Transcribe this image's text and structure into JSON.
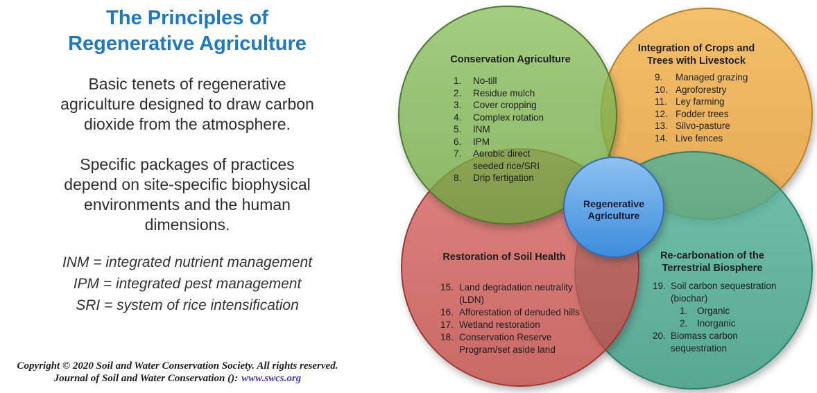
{
  "left_panel": {
    "title": "The Principles of\nRegenerative Agriculture",
    "paragraph1": "Basic tenets of regenerative\nagriculture designed to draw carbon\ndioxide from the atmosphere.",
    "paragraph2": "Specific packages of practices\ndepend on site-specific biophysical\nenvironments and the human\ndimensions.",
    "abbreviations": "INM = integrated nutrient management\nIPM = integrated pest management\nSRI = system of rice intensification",
    "footer_line1": "Copyright © 2020 Soil and Water Conservation Society. All rights reserved.",
    "footer_line2_prefix": "Journal of Soil and Water Conservation ():",
    "footer_link": "www.swcs.org"
  },
  "venn": {
    "center_label": "Regenerative\nAgriculture",
    "circles": [
      {
        "title": "Conservation Agriculture",
        "items": [
          {
            "num": "1.",
            "text": "No-till"
          },
          {
            "num": "2.",
            "text": "Residue mulch"
          },
          {
            "num": "3.",
            "text": "Cover cropping"
          },
          {
            "num": "4.",
            "text": "Complex rotation"
          },
          {
            "num": "5.",
            "text": "INM"
          },
          {
            "num": "6.",
            "text": "IPM"
          },
          {
            "num": "7.",
            "text": "Aerobic direct\nseeded rice/SRI"
          },
          {
            "num": "8.",
            "text": "Drip fertigation"
          }
        ]
      },
      {
        "title": "Integration of Crops and\nTrees with Livestock",
        "items": [
          {
            "num": "9.",
            "text": "Managed grazing"
          },
          {
            "num": "10.",
            "text": "Agroforestry"
          },
          {
            "num": "11.",
            "text": "Ley farming"
          },
          {
            "num": "12.",
            "text": "Fodder trees"
          },
          {
            "num": "13.",
            "text": "Silvo-pasture"
          },
          {
            "num": "14.",
            "text": "Live fences"
          }
        ]
      },
      {
        "title": "Restoration of Soil Health",
        "items": [
          {
            "num": "15.",
            "text": "Land degradation neutrality\n(LDN)"
          },
          {
            "num": "16.",
            "text": "Afforestation of denuded hills"
          },
          {
            "num": "17.",
            "text": "Wetland restoration"
          },
          {
            "num": "18.",
            "text": "Conservation Reserve\nProgram/set aside land"
          }
        ]
      },
      {
        "title": "Re-carbonation of the\nTerrestrial Biosphere",
        "items": [
          {
            "num": "19.",
            "text": "Soil carbon sequestration\n(biochar)"
          },
          {
            "num": "1.",
            "text": "Organic"
          },
          {
            "num": "2.",
            "text": "Inorganic"
          },
          {
            "num": "20.",
            "text": "Biomass carbon\nsequestration"
          }
        ]
      }
    ]
  },
  "colors": {
    "title_blue": "#1a7ac8",
    "link_blue": "#4433dd",
    "circle_green": "#7cb154",
    "circle_orange": "#e8a23c",
    "circle_red": "#c85955",
    "circle_teal": "#3da188",
    "circle_center_blue": "#4f9ae4",
    "text_dark": "#1d1d1d"
  }
}
